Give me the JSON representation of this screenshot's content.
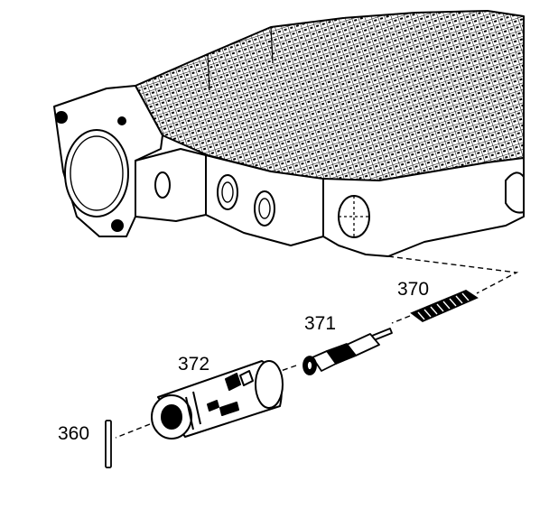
{
  "callouts": {
    "part_370": "370",
    "part_371": "371",
    "part_372": "372",
    "part_360": "360"
  },
  "colors": {
    "line": "#000000",
    "background": "#ffffff"
  }
}
